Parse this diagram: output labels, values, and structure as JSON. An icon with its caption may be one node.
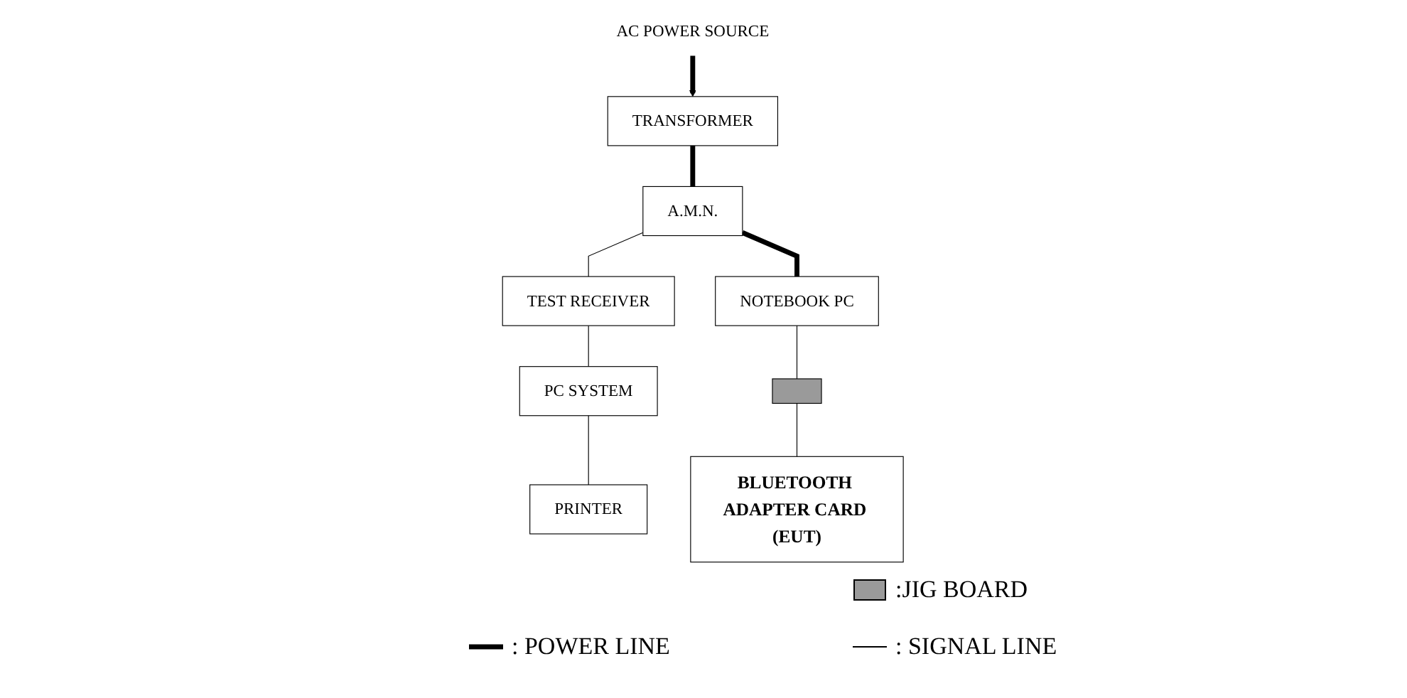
{
  "diagram": {
    "nodes": [
      {
        "text": [
          "AC POWER SOURCE"
        ]
      },
      {
        "text": [
          "TRANSFORMER"
        ]
      },
      {
        "text": [
          "A.M.N."
        ]
      },
      {
        "text": [
          "TEST RECEIVER"
        ]
      },
      {
        "text": [
          "NOTEBOOK PC"
        ]
      },
      {
        "text": [
          "PC SYSTEM"
        ]
      },
      {
        "text": [],
        "shape": "box"
      },
      {
        "text": [
          "BLUETOOTH ADAPTER CARD (EUT)"
        ]
      },
      {
        "text": [
          "PRINTER"
        ]
      }
    ],
    "edges": [
      {
        "from": 0,
        "to": 1,
        "arrow": "to",
        "style": "thick"
      },
      {
        "from": 1,
        "to": 2,
        "arrow": "none",
        "style": "thick"
      },
      {
        "from": 2,
        "to": 3,
        "arrow": "none"
      },
      {
        "from": 2,
        "to": 4,
        "arrow": "none",
        "style": "thick"
      },
      {
        "from": 3,
        "to": 5,
        "arrow": "none"
      },
      {
        "from": 5,
        "to": 8,
        "arrow": "none"
      },
      {
        "from": 4,
        "to": 6,
        "arrow": "none"
      },
      {
        "from": 6,
        "to": 7,
        "arrow": "none"
      }
    ],
    "legend": [
      {
        "text": ":JIG BOARD"
      },
      {
        "text": ": POWER LINE"
      },
      {
        "text": ": SIGNAL LINE"
      }
    ]
  }
}
